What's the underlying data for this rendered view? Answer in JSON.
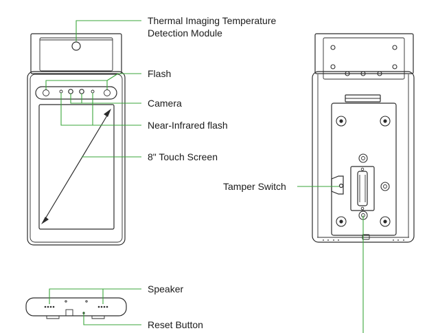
{
  "labels": {
    "thermal_line1": "Thermal Imaging Temperature",
    "thermal_line2": "Detection Module",
    "flash": "Flash",
    "camera": "Camera",
    "near_infrared_flash": "Near-Infrared flash",
    "touch_screen": "8\" Touch Screen",
    "tamper_switch": "Tamper Switch",
    "speaker": "Speaker",
    "reset_button": "Reset Button"
  },
  "colors": {
    "leader": "#3aa63a",
    "outline": "#2b2b2b",
    "text": "#1a1a1a"
  }
}
